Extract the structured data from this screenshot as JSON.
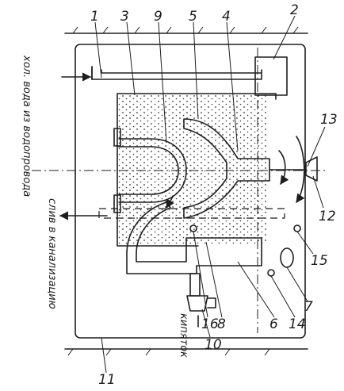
{
  "diagram": {
    "labels": {
      "cold_water": "хол. вода из водопровода",
      "drain": "слив в канализацию",
      "boiling": "кипяток"
    },
    "callouts": [
      "1",
      "2",
      "3",
      "4",
      "5",
      "6",
      "7",
      "8",
      "9",
      "10",
      "11",
      "12",
      "13",
      "14",
      "15",
      "16"
    ]
  }
}
